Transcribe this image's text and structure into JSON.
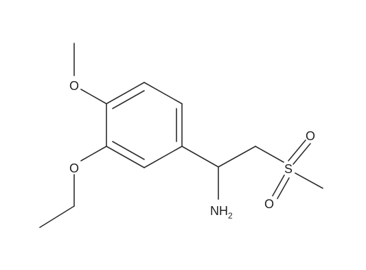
{
  "molecule": {
    "atoms": {
      "methoxy_o": "O",
      "ethoxy_o": "O",
      "sulfur": "S",
      "sulfonyl_o_top": "O",
      "sulfonyl_o_bottom": "O",
      "amine_n": "NH",
      "amine_h_count": "2"
    }
  },
  "colors": {
    "bond": "#2b2b2b",
    "label": "#1f1f1f",
    "background": "#ffffff"
  }
}
